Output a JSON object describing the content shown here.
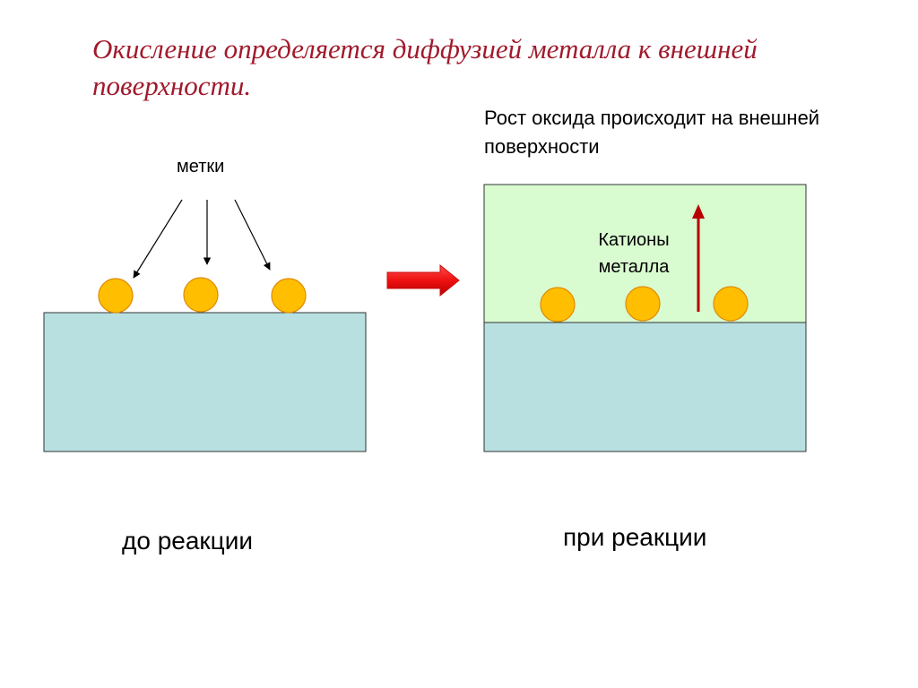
{
  "title": "Окисление определяется диффузией металла к внешней поверхности.",
  "growth_caption": "Рост оксида происходит на внешней поверхности",
  "marks_label": "метки",
  "cations_label_line1": "Катионы",
  "cations_label_line2": "металла",
  "caption_before": "до реакции",
  "caption_during": "при реакции",
  "colors": {
    "title": "#a01a2c",
    "metal": "#b8e0e0",
    "oxide": "#d8fbd0",
    "marker": "#ffbf00",
    "marker_outline": "#e08a00",
    "process_arrow": "#ee1111",
    "cation_arrow": "#b80000"
  },
  "icons": {
    "process_arrow": "right-arrow-icon",
    "cation_arrow": "up-arrow-icon"
  }
}
